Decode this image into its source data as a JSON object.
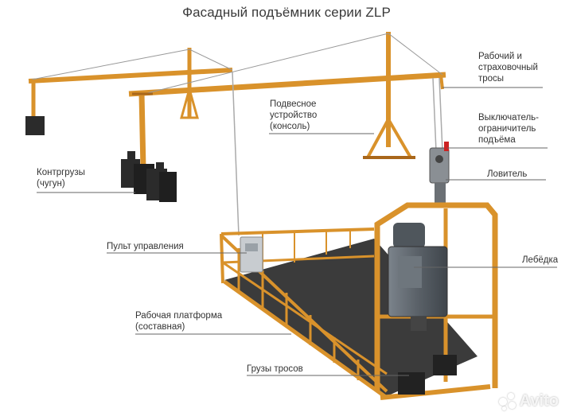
{
  "title": "Фасадный подъёмник серии ZLP",
  "labels": {
    "ropes": "Рабочий и\nстраховочный\nтросы",
    "limit_switch": "Выключатель-\nограничитель\nподъёма",
    "catcher": "Ловитель",
    "winch": "Лебёдка",
    "suspension": "Подвесное\nустройство\n(консоль)",
    "counterweights": "Контргрузы\n(чугун)",
    "control_panel": "Пульт управления",
    "platform": "Рабочая платформа\n(составная)",
    "rope_weights": "Грузы тросов"
  },
  "watermark": "Avito",
  "colors": {
    "frame": "#d9922b",
    "frame_dark": "#a9671a",
    "weight": "#2b2b2b",
    "motor": "#5f666d",
    "line": "#555555"
  }
}
